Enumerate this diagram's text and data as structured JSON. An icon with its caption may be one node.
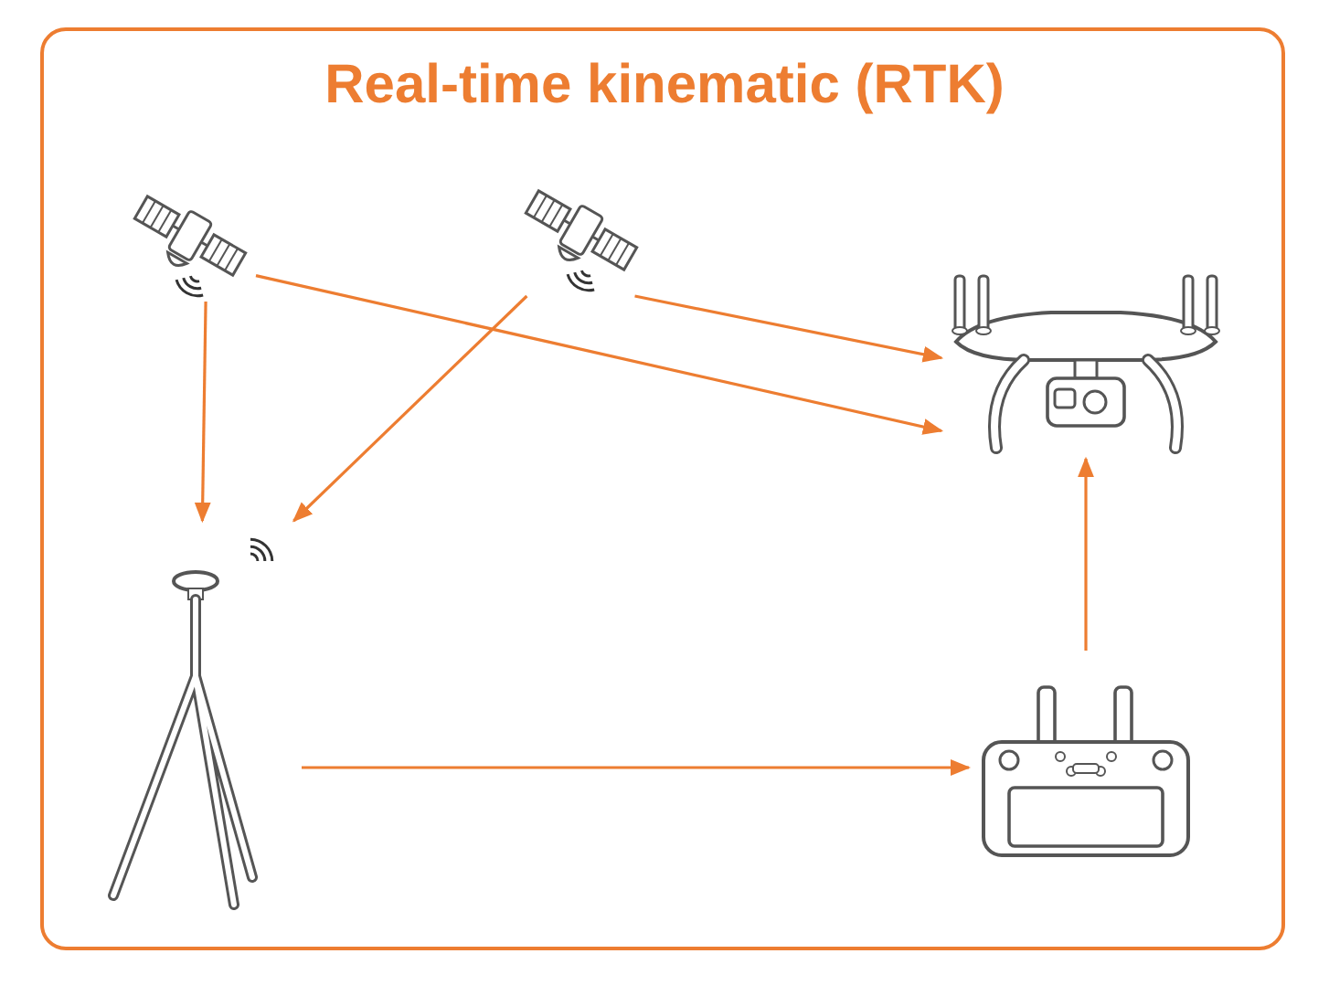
{
  "diagram": {
    "title": "Real-time kinematic (RTK)",
    "nodes": [
      {
        "text": [],
        "shape": "picture"
      },
      {
        "text": [],
        "shape": "picture"
      },
      {
        "text": [],
        "shape": "picture"
      },
      {
        "text": [],
        "shape": "picture"
      },
      {
        "text": [],
        "shape": "picture"
      }
    ],
    "edges": [
      {
        "from": 0,
        "to": 3,
        "arrow": "to"
      },
      {
        "from": 0,
        "to": 2,
        "arrow": "to"
      },
      {
        "from": 1,
        "to": 3,
        "arrow": "to"
      },
      {
        "from": 1,
        "to": 2,
        "arrow": "to"
      },
      {
        "from": 3,
        "to": 4,
        "arrow": "to"
      },
      {
        "from": 4,
        "to": 2,
        "arrow": "to"
      }
    ]
  }
}
